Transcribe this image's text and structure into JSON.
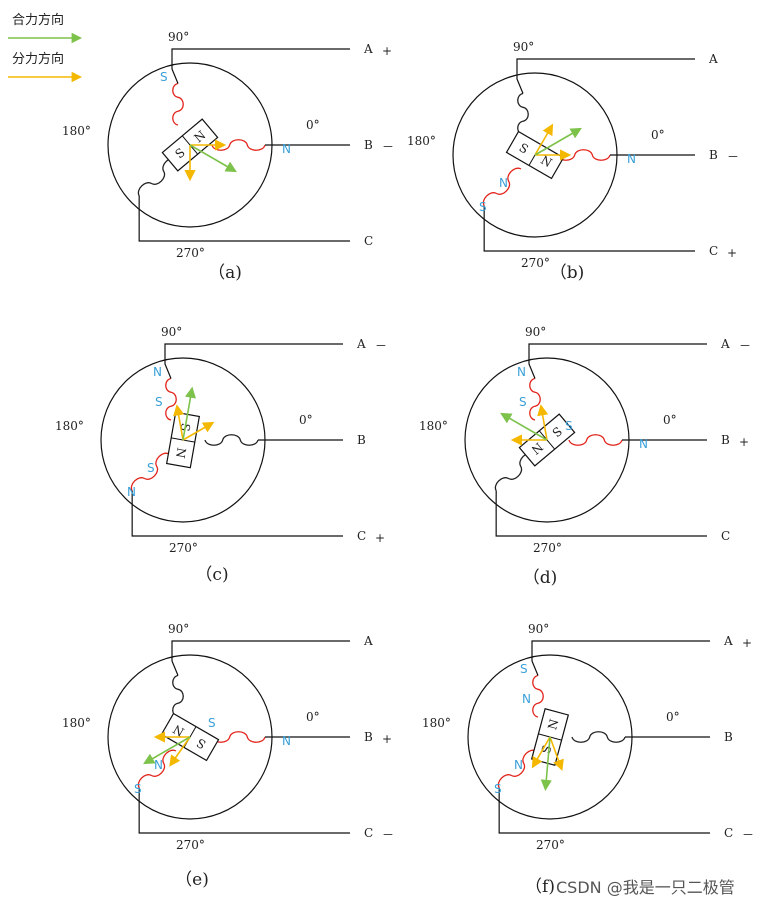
{
  "legend": {
    "resultant": {
      "label": "合力方向",
      "color": "#7dc24b"
    },
    "component": {
      "label": "分力方向",
      "color": "#f5b800"
    }
  },
  "watermark": "CSDN @我是一只二极管",
  "colors": {
    "coil_active": "#e2231a",
    "coil_idle": "#222222",
    "pole_text": "#3aa0d8",
    "resultant": "#7dc24b",
    "component": "#f5b800"
  },
  "angle_labels": {
    "deg90": "90°",
    "deg180": "180°",
    "deg0": "0°",
    "deg270": "270°"
  },
  "phase_labels": {
    "A": "A",
    "B": "B",
    "C": "C"
  },
  "pole_letters": {
    "S": "S",
    "N": "N"
  },
  "panels": [
    {
      "caption": "（a)",
      "signs": {
        "A": "+",
        "B": "－",
        "C": ""
      },
      "rotor_angle_deg": 40,
      "resultant_angle_deg": -30,
      "component_angles_deg": [
        0,
        -90
      ],
      "active_coils": [
        "A",
        "B"
      ],
      "pole_labels": [
        {
          "coil": "A",
          "letter": "S"
        },
        {
          "coil": "B",
          "letter": "N"
        }
      ]
    },
    {
      "caption": "（b)",
      "signs": {
        "A": "",
        "B": "－",
        "C": "+"
      },
      "rotor_angle_deg": -30,
      "resultant_angle_deg": 30,
      "component_angles_deg": [
        0,
        60
      ],
      "active_coils": [
        "B",
        "C"
      ],
      "pole_labels": [
        {
          "coil": "B",
          "letter": "N"
        },
        {
          "coil": "C",
          "letter": "S"
        },
        {
          "coil": "C",
          "letter": "N"
        }
      ]
    },
    {
      "caption": "（c)",
      "signs": {
        "A": "－",
        "B": "",
        "C": "+"
      },
      "rotor_angle_deg": -100,
      "resultant_angle_deg": 80,
      "component_angles_deg": [
        30,
        100
      ],
      "active_coils": [
        "A",
        "C"
      ],
      "pole_labels": [
        {
          "coil": "A",
          "letter": "N"
        },
        {
          "coil": "A",
          "letter": "S"
        },
        {
          "coil": "C",
          "letter": "N"
        },
        {
          "coil": "C",
          "letter": "S"
        }
      ]
    },
    {
      "caption": "（d)",
      "signs": {
        "A": "－",
        "B": "+",
        "C": ""
      },
      "rotor_angle_deg": -140,
      "resultant_angle_deg": 150,
      "component_angles_deg": [
        180,
        100
      ],
      "active_coils": [
        "A",
        "B"
      ],
      "pole_labels": [
        {
          "coil": "A",
          "letter": "N"
        },
        {
          "coil": "A",
          "letter": "S"
        },
        {
          "coil": "B",
          "letter": "N"
        },
        {
          "coil": "B",
          "letter": "S"
        }
      ]
    },
    {
      "caption": "（e)",
      "signs": {
        "A": "",
        "B": "+",
        "C": "－"
      },
      "rotor_angle_deg": 150,
      "resultant_angle_deg": 210,
      "component_angles_deg": [
        180,
        235
      ],
      "active_coils": [
        "B",
        "C"
      ],
      "pole_labels": [
        {
          "coil": "B",
          "letter": "N"
        },
        {
          "coil": "B",
          "letter": "S"
        },
        {
          "coil": "C",
          "letter": "S"
        },
        {
          "coil": "C",
          "letter": "N"
        }
      ]
    },
    {
      "caption": "（f)",
      "signs": {
        "A": "+",
        "B": "",
        "C": "－"
      },
      "rotor_angle_deg": 75,
      "resultant_angle_deg": 265,
      "component_angles_deg": [
        240,
        290
      ],
      "active_coils": [
        "A",
        "C"
      ],
      "pole_labels": [
        {
          "coil": "A",
          "letter": "S"
        },
        {
          "coil": "A",
          "letter": "N"
        },
        {
          "coil": "C",
          "letter": "S"
        },
        {
          "coil": "C",
          "letter": "N"
        }
      ]
    }
  ]
}
